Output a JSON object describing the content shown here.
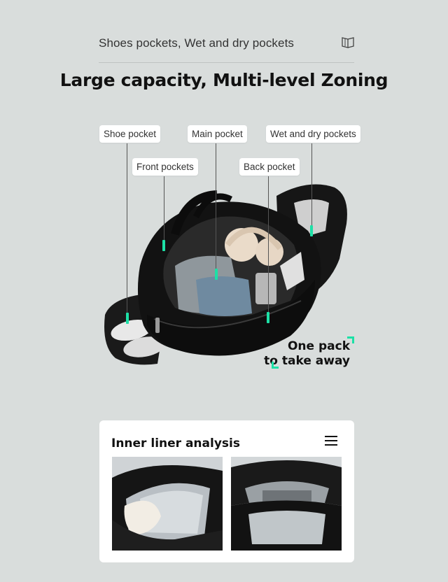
{
  "header": {
    "subtitle": "Shoes pockets, Wet and dry pockets",
    "icon": "book-icon"
  },
  "title": "Large capacity, Multi-level Zoning",
  "callouts": {
    "shoe_pocket": "Shoe pocket",
    "main_pocket": "Main pocket",
    "wet_dry_pockets": "Wet and dry pockets",
    "front_pockets": "Front pockets",
    "back_pocket": "Back pocket"
  },
  "slogan": {
    "line1": "One pack",
    "line2": "to take away"
  },
  "colors": {
    "background": "#d9dddc",
    "accent": "#1de0a6",
    "bag": "#111111"
  },
  "liner_card": {
    "title": "Inner liner analysis",
    "icon": "menu-icon"
  }
}
